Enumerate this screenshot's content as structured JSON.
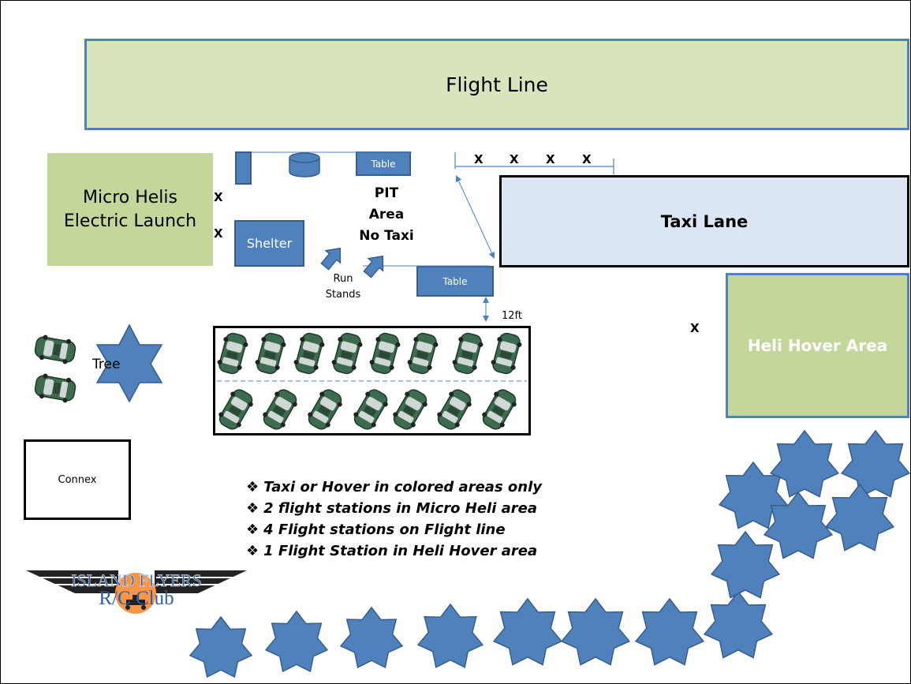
{
  "areas": {
    "flight_line": "Flight Line",
    "micro_helis_line1": "Micro Helis",
    "micro_helis_line2": "Electric Launch",
    "taxi_lane": "Taxi Lane",
    "heli_hover": "Heli Hover Area",
    "shelter": "Shelter",
    "table": "Table",
    "connex": "Connex",
    "tree": "Tree"
  },
  "pit": {
    "line1": "PIT",
    "line2": "Area",
    "line3": "No Taxi"
  },
  "run_stands": {
    "line1": "Run",
    "line2": "Stands"
  },
  "markers": {
    "station": "X",
    "distance": "12ft"
  },
  "notes": [
    "Taxi or Hover in colored areas only",
    "2 flight stations in Micro Heli area",
    "4 Flight stations on Flight line",
    "1 Flight Station in Heli Hover area"
  ],
  "note_bullet": "❖",
  "logo": {
    "line1": "ISLAND FLYERS",
    "line2": "R/C Club"
  },
  "colors": {
    "accent_blue": "#4f81bd",
    "light_green": "#d8e4bc",
    "green": "#c4d79b",
    "light_blue": "#dce6f2",
    "car_green": "#3d6b4f",
    "logo_orange": "#f79646"
  },
  "icons": {
    "tree": "star-tree-icon",
    "car": "car-icon",
    "arrow": "up-arrow-icon",
    "logo": "club-logo"
  }
}
